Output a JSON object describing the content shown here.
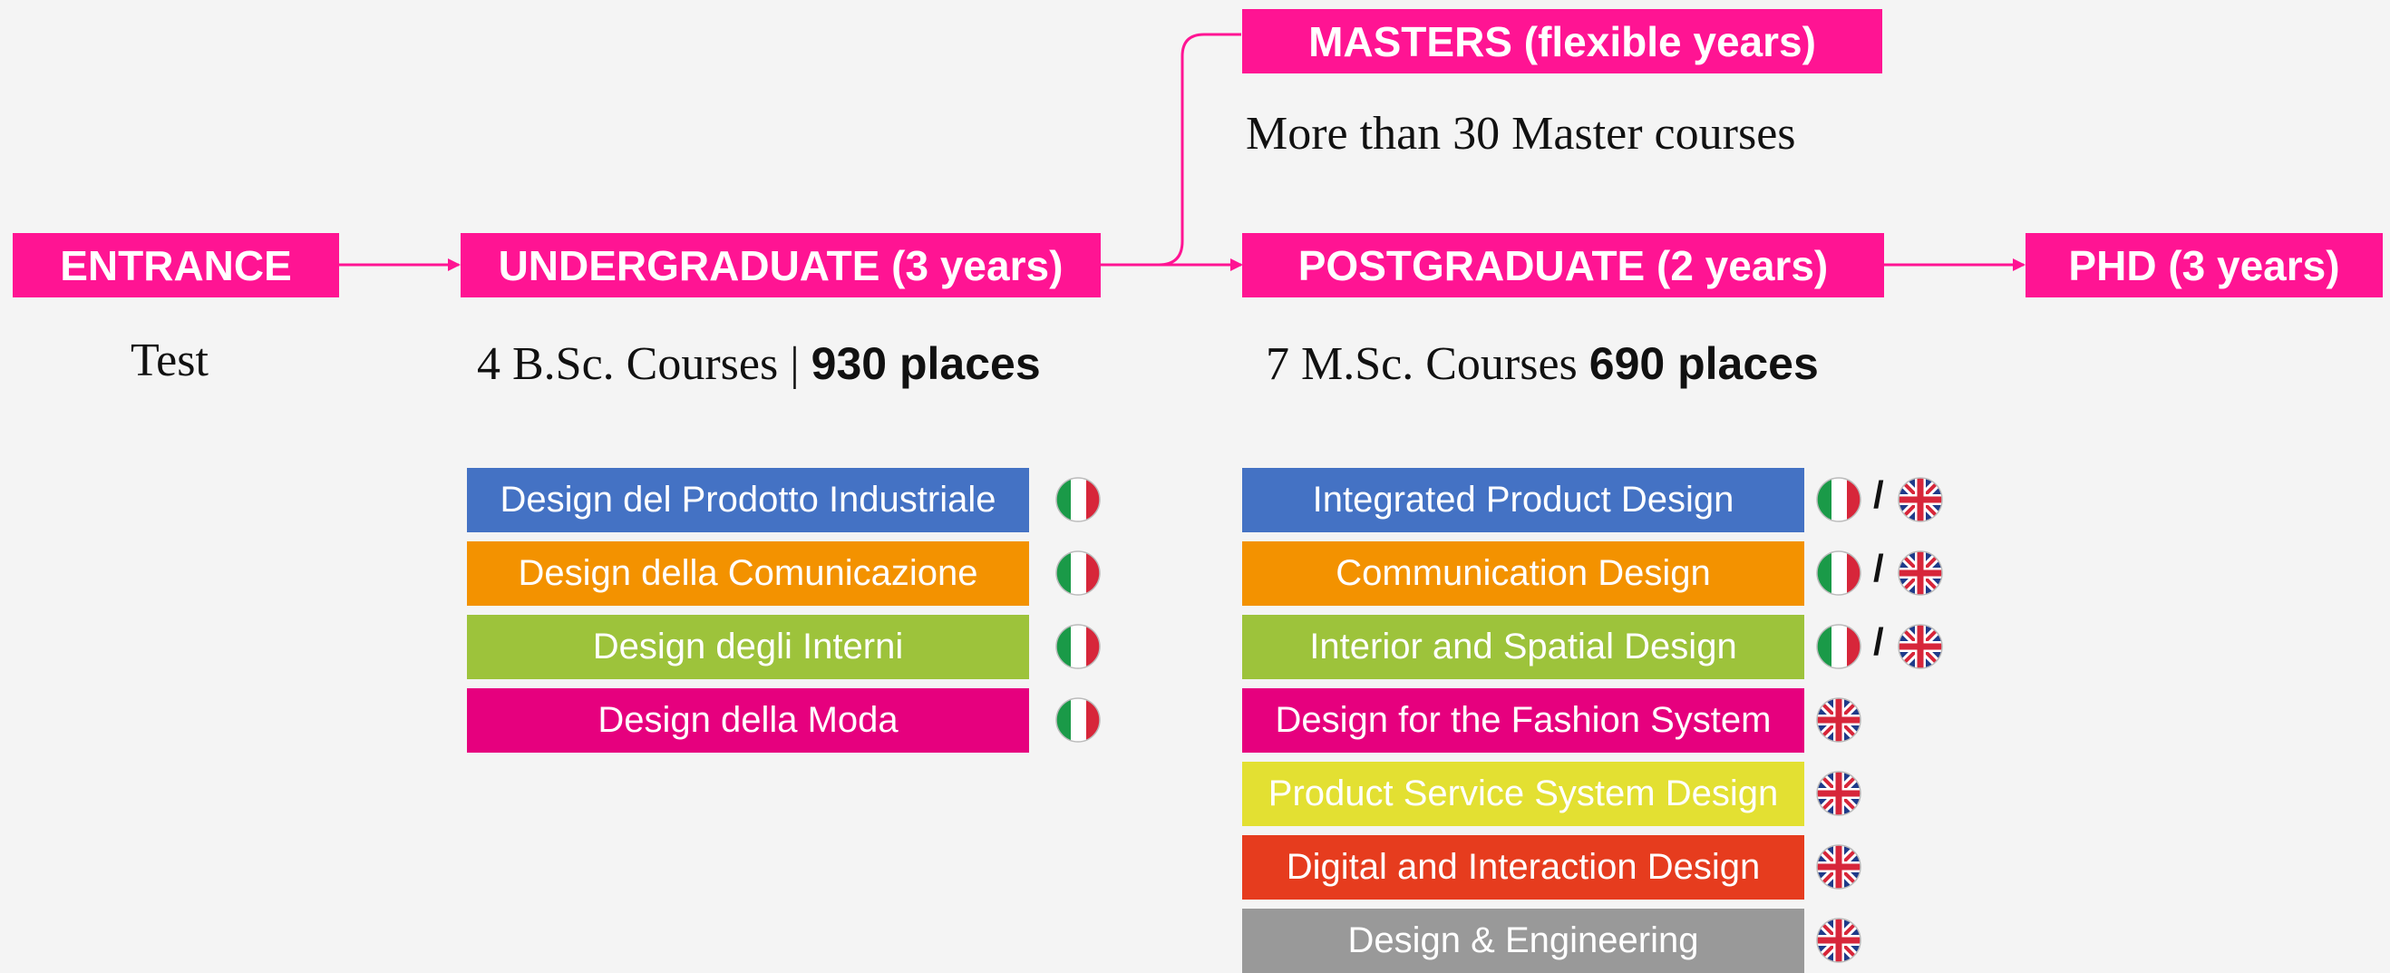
{
  "stages": {
    "entrance": {
      "label": "ENTRANCE",
      "note": "Test"
    },
    "undergraduate": {
      "label": "UNDERGRADUATE (3 years)",
      "note_prefix": "4 B.Sc. Courses | ",
      "note_bold": "930 places"
    },
    "masters": {
      "label": "MASTERS (flexible years)",
      "note": "More than 30 Master courses"
    },
    "postgraduate": {
      "label": "POSTGRADUATE (2 years)",
      "note_prefix": "7 M.Sc. Courses ",
      "note_bold": "690 places"
    },
    "phd": {
      "label": "PHD (3 years)"
    }
  },
  "colors": {
    "magenta": "#ff1493",
    "blue": "#4472c4",
    "orange": "#f39200",
    "green": "#9dc33b",
    "pink": "#e6007e",
    "yellow": "#e3e032",
    "red": "#e63c1e",
    "gray": "#999999"
  },
  "undergraduate_courses": [
    {
      "label": "Design del Prodotto Industriale",
      "color": "#4472c4",
      "languages": [
        "italian-flag-icon"
      ]
    },
    {
      "label": "Design della Comunicazione",
      "color": "#f39200",
      "languages": [
        "italian-flag-icon"
      ]
    },
    {
      "label": "Design degli Interni",
      "color": "#9dc33b",
      "languages": [
        "italian-flag-icon"
      ]
    },
    {
      "label": "Design della Moda",
      "color": "#e6007e",
      "languages": [
        "italian-flag-icon"
      ]
    }
  ],
  "postgraduate_courses": [
    {
      "label": "Integrated Product Design",
      "color": "#4472c4",
      "languages": [
        "italian-flag-icon",
        "uk-flag-icon"
      ]
    },
    {
      "label": "Communication Design",
      "color": "#f39200",
      "languages": [
        "italian-flag-icon",
        "uk-flag-icon"
      ]
    },
    {
      "label": "Interior and Spatial Design",
      "color": "#9dc33b",
      "languages": [
        "italian-flag-icon",
        "uk-flag-icon"
      ]
    },
    {
      "label": "Design for the Fashion System",
      "color": "#e6007e",
      "languages": [
        "uk-flag-icon"
      ]
    },
    {
      "label": "Product Service System Design",
      "color": "#e3e032",
      "languages": [
        "uk-flag-icon"
      ]
    },
    {
      "label": "Digital and Interaction Design",
      "color": "#e63c1e",
      "languages": [
        "uk-flag-icon"
      ]
    },
    {
      "label": "Design & Engineering",
      "color": "#999999",
      "languages": [
        "uk-flag-icon"
      ]
    }
  ],
  "language_separator": "/"
}
